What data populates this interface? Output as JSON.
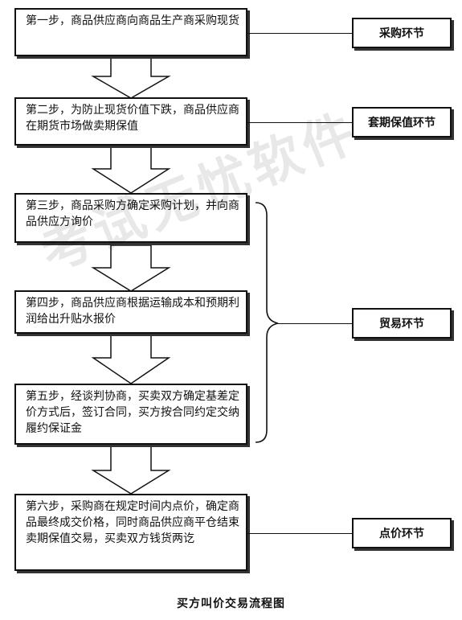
{
  "steps": [
    {
      "text": "第一步，商品供应商向商品生产商采购现货"
    },
    {
      "text": "第二步，为防止现货价值下跌，商品供应商在期货市场做卖期保值"
    },
    {
      "text": "第三步，商品采购方确定采购计划，并向商品供应方询价"
    },
    {
      "text": "第四步，商品供应商根据运输成本和预期利润给出升贴水报价"
    },
    {
      "text": "第五步，经谈判协商，买卖双方确定基差定价方式后，签订合同，买方按合同约定交纳履约保证金"
    },
    {
      "text": "第六步，采购商在规定时间内点价，确定商品最终成交价格，同时商品供应商平仓结束卖期保值交易，买卖双方钱货两讫"
    }
  ],
  "phases": {
    "purchase": "采购环节",
    "hedge": "套期保值环节",
    "trade": "贸易环节",
    "pricing": "点价环节"
  },
  "caption": "买方叫价交易流程图",
  "watermark": "考试无忧软件"
}
